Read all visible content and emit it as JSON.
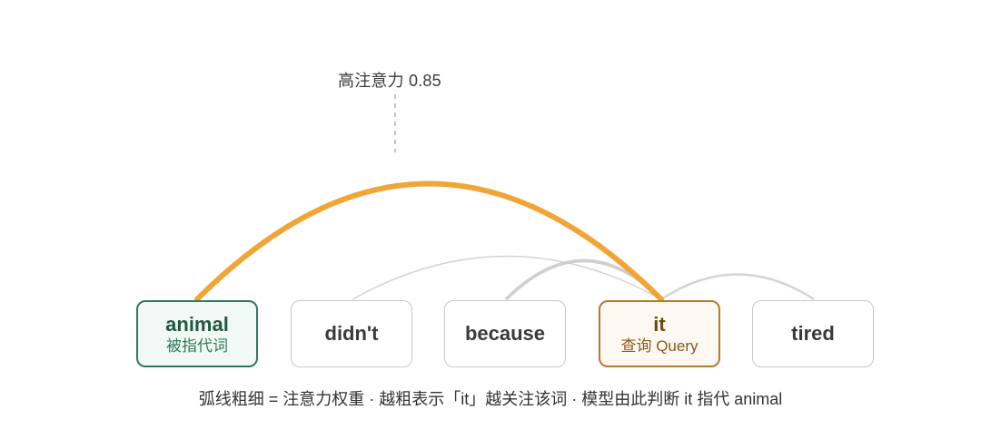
{
  "annotation": "高注意力 0.85",
  "tokens": [
    {
      "word": "animal",
      "sub": "被指代词",
      "role": "target"
    },
    {
      "word": "didn't",
      "sub": "",
      "role": "normal"
    },
    {
      "word": "because",
      "sub": "",
      "role": "normal"
    },
    {
      "word": "it",
      "sub": "查询 Query",
      "role": "query"
    },
    {
      "word": "tired",
      "sub": "",
      "role": "normal"
    }
  ],
  "attention": [
    {
      "from": "it",
      "to": "animal",
      "weight": 0.85,
      "highlight": true
    },
    {
      "from": "it",
      "to": "didn't",
      "weight": 0.05
    },
    {
      "from": "it",
      "to": "because",
      "weight": 0.1
    },
    {
      "from": "it",
      "to": "tired",
      "weight": 0.08
    }
  ],
  "caption": "弧线粗细 = 注意力权重 · 越粗表示「it」越关注该词 · 模型由此判断 it 指代 animal",
  "colors": {
    "highlight_arc": "#f0a534",
    "faint_arc": "#d4d4d4",
    "target": "#2f7a5b",
    "query": "#b27a2a"
  }
}
